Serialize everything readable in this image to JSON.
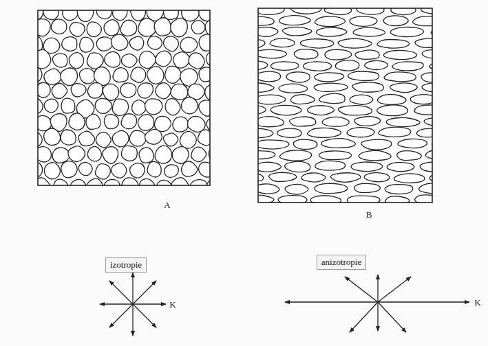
{
  "diagram": {
    "nodes": [
      {
        "text": [
          "izotropie"
        ]
      },
      {
        "text": [
          "anizotropie"
        ]
      }
    ],
    "labels": [
      "A",
      "B",
      "K",
      "K"
    ]
  }
}
